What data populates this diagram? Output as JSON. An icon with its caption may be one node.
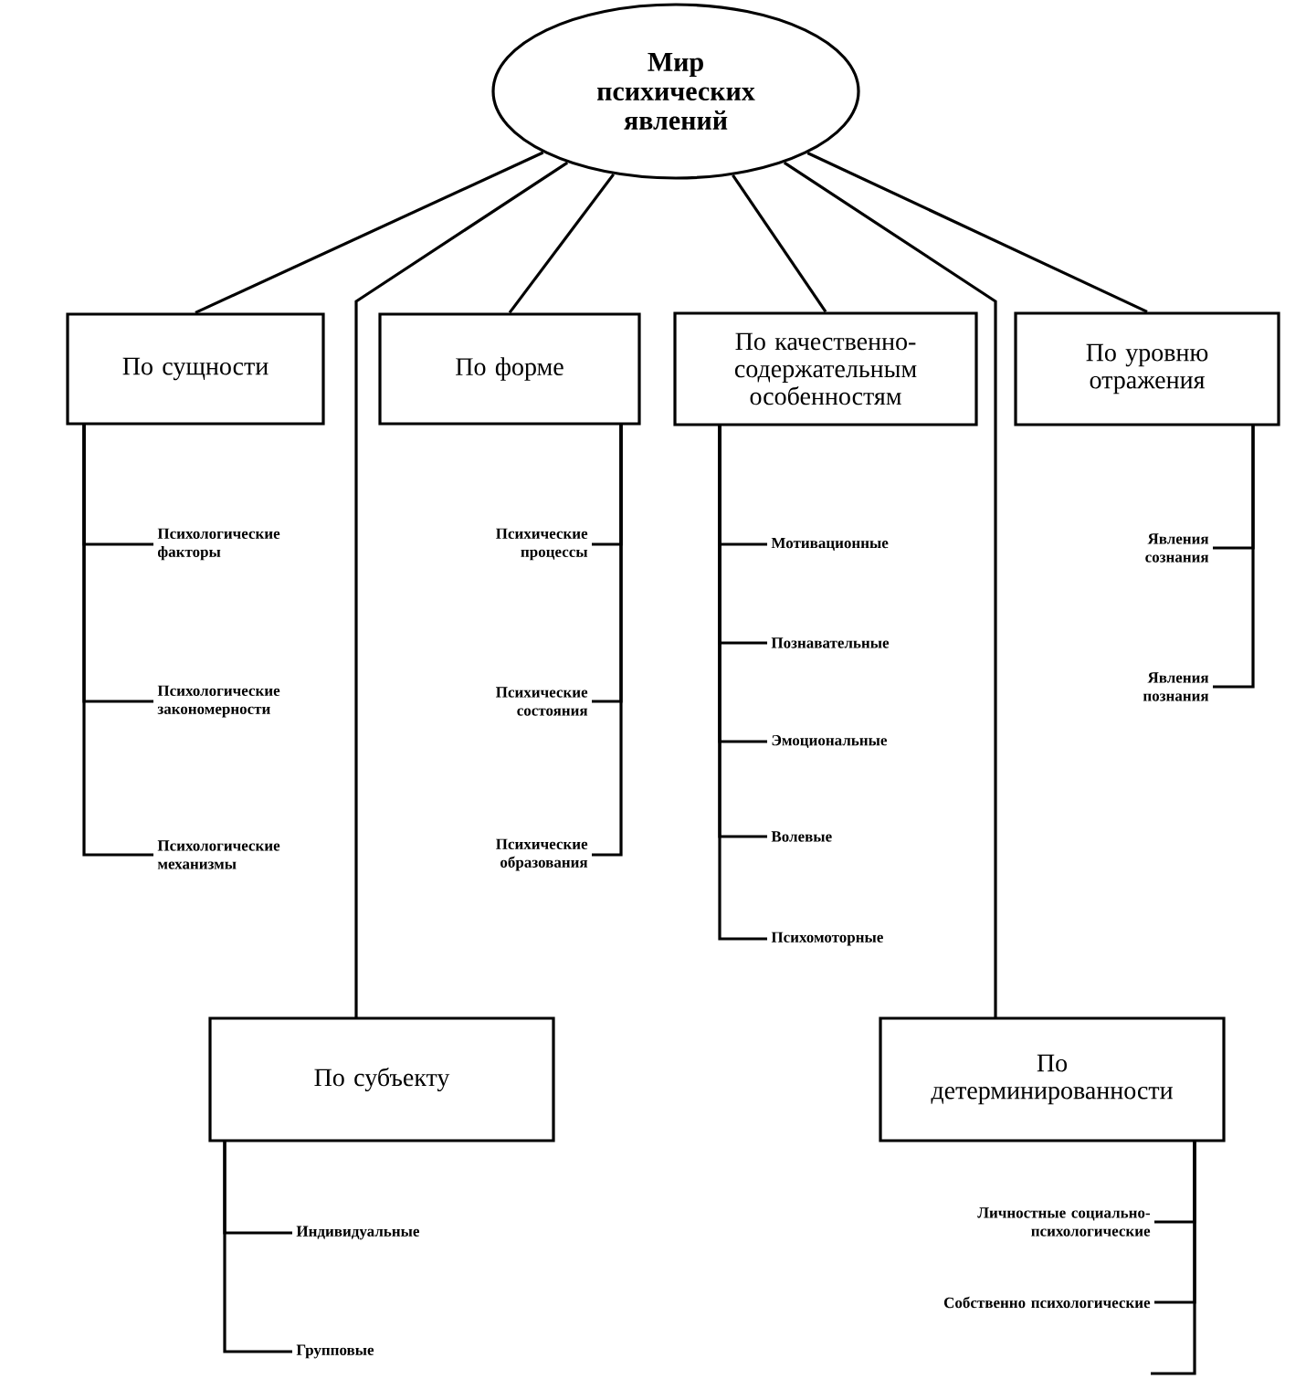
{
  "diagram": {
    "nodes": [
      {
        "text": [
          "Мир психических явлений"
        ]
      },
      {
        "text": [
          "По сущности"
        ]
      },
      {
        "text": [
          "По форме"
        ]
      },
      {
        "text": [
          "По качественно-содержательным особенностям"
        ]
      },
      {
        "text": [
          "По уровню отражения"
        ]
      },
      {
        "text": [
          "По субъекту"
        ]
      },
      {
        "text": [
          "По детерминированности"
        ]
      },
      {
        "text": [
          "Психологические факторы"
        ]
      },
      {
        "text": [
          "Психологические закономерности"
        ]
      },
      {
        "text": [
          "Психологические механизмы"
        ]
      },
      {
        "text": [
          "Психические процессы"
        ]
      },
      {
        "text": [
          "Психические состояния"
        ]
      },
      {
        "text": [
          "Психические образования"
        ]
      },
      {
        "text": [
          "Мотивационные"
        ]
      },
      {
        "text": [
          "Познавательные"
        ]
      },
      {
        "text": [
          "Эмоциональные"
        ]
      },
      {
        "text": [
          "Волевые"
        ]
      },
      {
        "text": [
          "Психомоторные"
        ]
      },
      {
        "text": [
          "Явления сознания"
        ]
      },
      {
        "text": [
          "Явления познания"
        ]
      },
      {
        "text": [
          "Индивидуальные"
        ]
      },
      {
        "text": [
          "Групповые"
        ]
      },
      {
        "text": [
          "Личностные социально-психологические"
        ]
      },
      {
        "text": [
          "Собственно психологические"
        ]
      }
    ],
    "edges": [
      {
        "from": 0,
        "to": 1,
        "arrow": "none"
      },
      {
        "from": 0,
        "to": 2,
        "arrow": "none"
      },
      {
        "from": 0,
        "to": 3,
        "arrow": "none"
      },
      {
        "from": 0,
        "to": 4,
        "arrow": "none"
      },
      {
        "from": 0,
        "to": 5,
        "arrow": "none"
      },
      {
        "from": 0,
        "to": 6,
        "arrow": "none"
      },
      {
        "from": 1,
        "to": 7,
        "arrow": "none"
      },
      {
        "from": 1,
        "to": 8,
        "arrow": "none"
      },
      {
        "from": 1,
        "to": 9,
        "arrow": "none"
      },
      {
        "from": 2,
        "to": 10,
        "arrow": "none"
      },
      {
        "from": 2,
        "to": 11,
        "arrow": "none"
      },
      {
        "from": 2,
        "to": 12,
        "arrow": "none"
      },
      {
        "from": 3,
        "to": 13,
        "arrow": "none"
      },
      {
        "from": 3,
        "to": 14,
        "arrow": "none"
      },
      {
        "from": 3,
        "to": 15,
        "arrow": "none"
      },
      {
        "from": 3,
        "to": 16,
        "arrow": "none"
      },
      {
        "from": 3,
        "to": 17,
        "arrow": "none"
      },
      {
        "from": 4,
        "to": 18,
        "arrow": "none"
      },
      {
        "from": 4,
        "to": 19,
        "arrow": "none"
      },
      {
        "from": 5,
        "to": 20,
        "arrow": "none"
      },
      {
        "from": 5,
        "to": 21,
        "arrow": "none"
      },
      {
        "from": 6,
        "to": 22,
        "arrow": "none"
      },
      {
        "from": 6,
        "to": 23,
        "arrow": "none"
      },
      {
        "from": 6,
        "to": null,
        "arrow": "none"
      }
    ]
  }
}
